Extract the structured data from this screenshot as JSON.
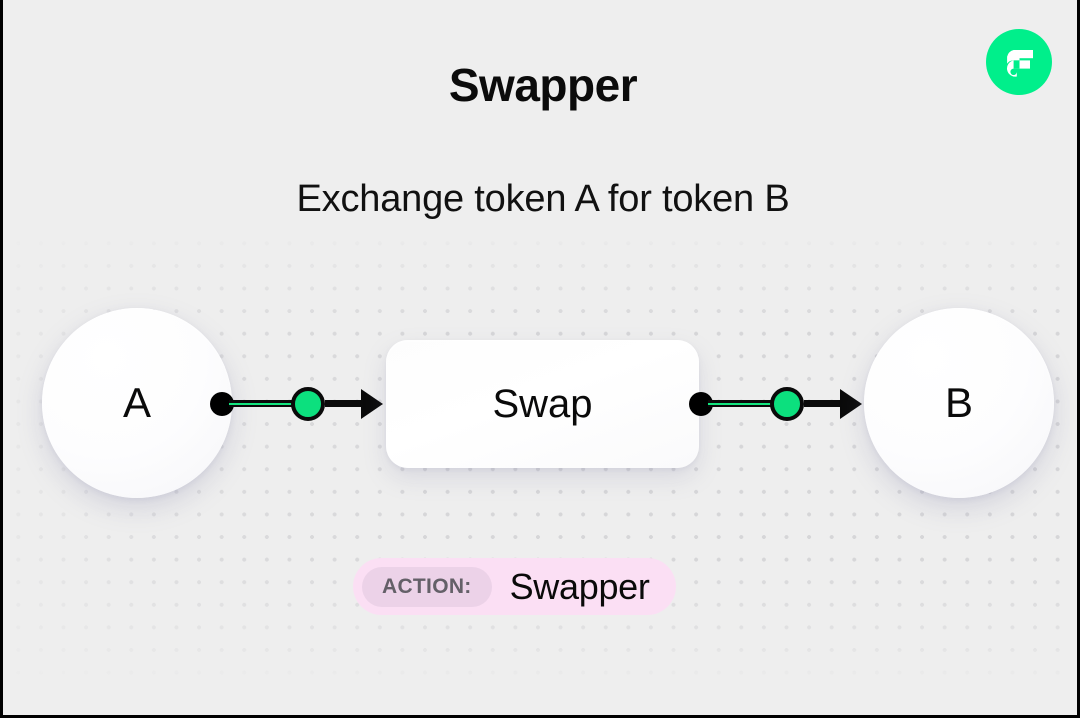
{
  "header": {
    "title": "Swapper",
    "subtitle": "Exchange token A for token B",
    "logo_icon": "flow-logo-icon",
    "logo_color": "#00EF8B"
  },
  "diagram": {
    "nodes": [
      {
        "id": "a",
        "label": "A",
        "type": "token-circle"
      },
      {
        "id": "swap",
        "label": "Swap",
        "type": "process-box"
      },
      {
        "id": "b",
        "label": "B",
        "type": "token-circle"
      }
    ],
    "edges": [
      {
        "from": "a",
        "to": "swap",
        "accent_color": "#0CE07E"
      },
      {
        "from": "swap",
        "to": "b",
        "accent_color": "#0CE07E"
      }
    ],
    "connector_color": "#0A0A0A",
    "background_dot_color": "#D6D6D8"
  },
  "action_badge": {
    "label": "ACTION:",
    "value": "Swapper",
    "pill_color": "#FBDFF4",
    "label_pill_color": "#ECD2E8",
    "label_text_color": "#646068"
  }
}
